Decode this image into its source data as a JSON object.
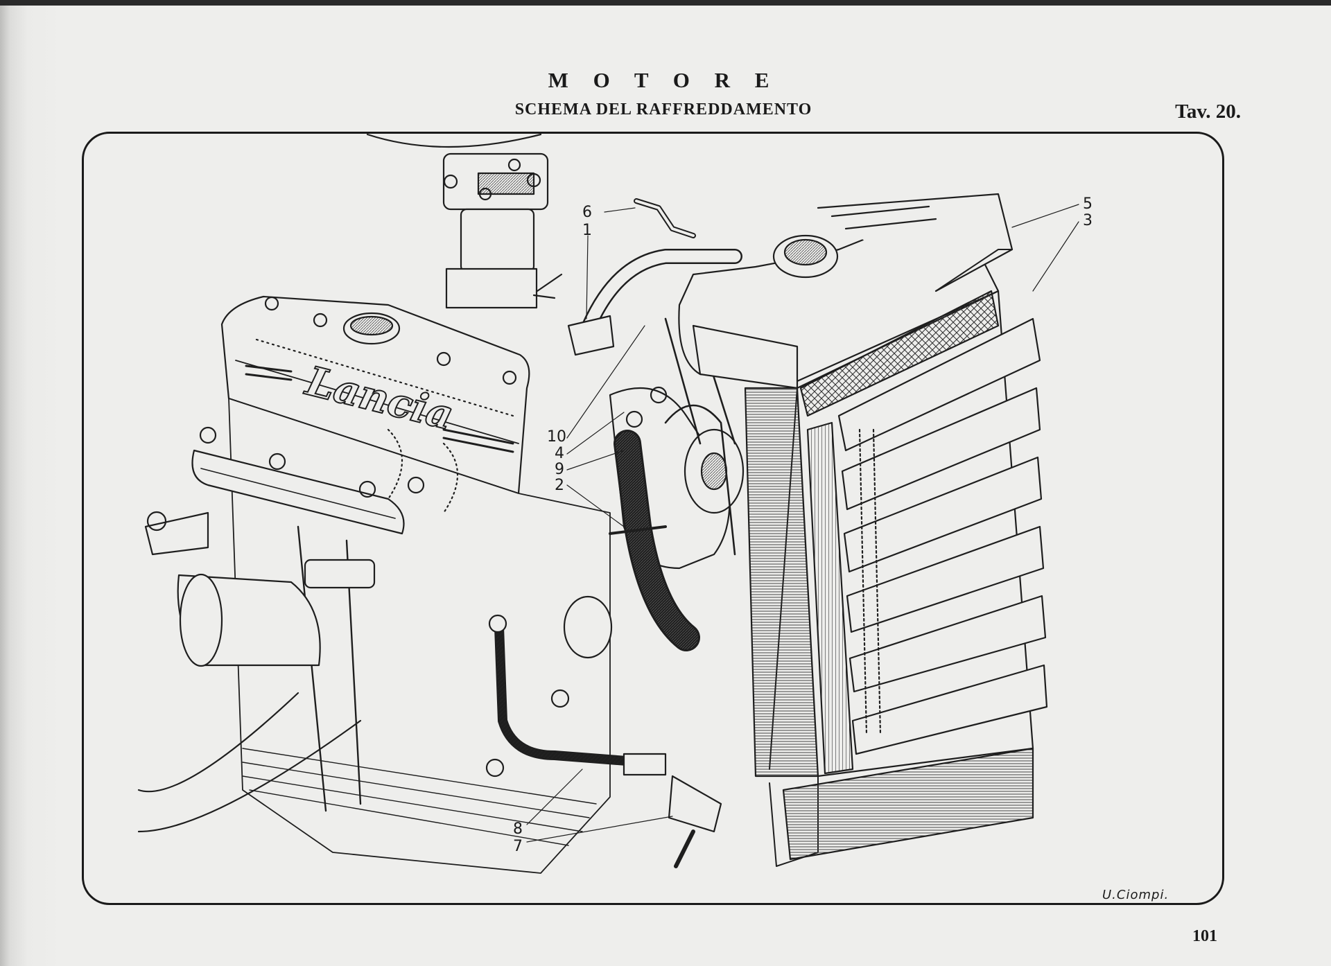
{
  "header": {
    "title": "M O T O R E",
    "subtitle": "SCHEMA DEL RAFFREDDAMENTO",
    "plate": "Tav. 20."
  },
  "illustration": {
    "brand_lettering": "Lancia",
    "callouts": [
      "6",
      "1",
      "5",
      "3",
      "10",
      "4",
      "9",
      "2",
      "8",
      "7"
    ],
    "signature": "U.Ciompi."
  },
  "footer": {
    "page_number": "101"
  }
}
